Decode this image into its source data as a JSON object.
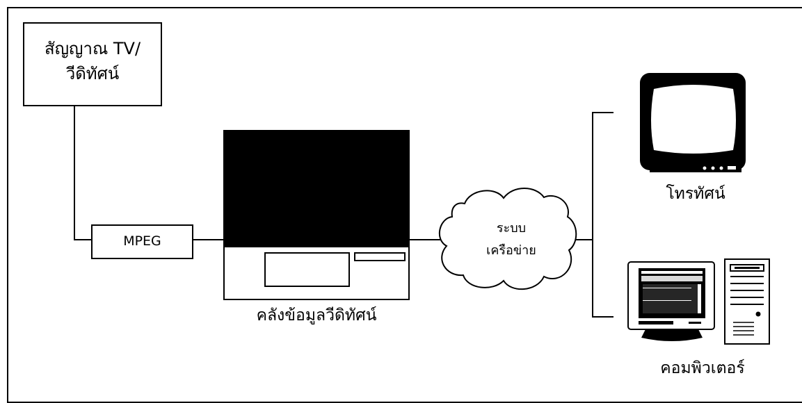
{
  "source_box": {
    "line1": "สัญญาณ TV/",
    "line2": "วีดิทัศน์"
  },
  "encoder_box": {
    "label": "MPEG"
  },
  "video_server": {
    "label": "คลังข้อมูลวีดิทัศน์"
  },
  "network_cloud": {
    "line1": "ระบบ",
    "line2": "เครือข่าย"
  },
  "television": {
    "label": "โทรทัศน์"
  },
  "computer": {
    "label": "คอมพิวเตอร์"
  },
  "colors": {
    "stroke": "#000000",
    "background": "#ffffff"
  }
}
